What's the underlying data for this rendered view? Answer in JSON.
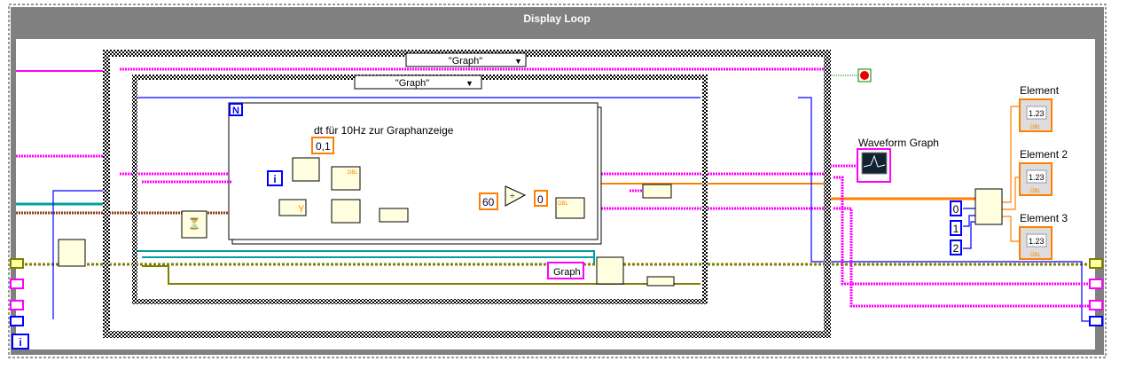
{
  "while_loop": {
    "title": "Display Loop",
    "iteration_terminal": "i"
  },
  "outer_case": {
    "selector": "\"Graph\""
  },
  "inner_case": {
    "selector": "\"Graph\""
  },
  "for_loop": {
    "count_terminal": "N",
    "iteration_terminal": "i"
  },
  "comment": "dt für 10Hz zur Graphanzeige",
  "constants": {
    "dt": "0,1",
    "divisor": "60",
    "t0": "0",
    "idx0": "0",
    "idx1": "1",
    "idx2": "2",
    "graph_enum": "Graph"
  },
  "indicators": {
    "waveform_graph": "Waveform Graph",
    "element1": "Element",
    "element2": "Element 2",
    "element3": "Element 3",
    "numeric_display": "1.23",
    "dbl_type": "DBL"
  },
  "node_labels": {
    "dbl": "DBL",
    "y": "Y"
  },
  "colors": {
    "double_wire": "#ff7f00",
    "cluster_wire": "#ff00ff",
    "int_wire": "#0000ff",
    "bool_wire": "#008000",
    "error_wire": "#808000",
    "loop_header": "#7f7f7f"
  }
}
